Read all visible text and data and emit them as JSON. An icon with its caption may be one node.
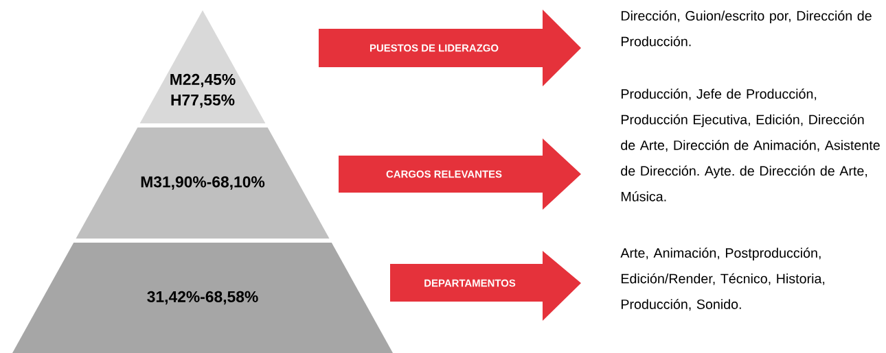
{
  "diagram": {
    "nodes": [
      {
        "text": [
          "M22,45% H77,55%"
        ]
      },
      {
        "text": [
          "M31,90%-68,10%"
        ]
      },
      {
        "text": [
          "31,42%-68,58%"
        ]
      },
      {
        "text": [
          "PUESTOS DE LIDERAZGO"
        ]
      },
      {
        "text": [
          "CARGOS RELEVANTES"
        ]
      },
      {
        "text": [
          "DEPARTAMENTOS"
        ]
      }
    ],
    "labels": [
      "Dirección, Guion/escrito por, Dirección de Producción.",
      "Producción, Jefe de Producción, Producción Ejecutiva, Edición, Dirección de Arte, Dirección de Animación, Asistente de Dirección. Ayte. de Dirección de Arte, Música.",
      "Arte, Animación, Postproducción, Edición/Render, Técnico, Historia, Producción, Sonido."
    ]
  }
}
